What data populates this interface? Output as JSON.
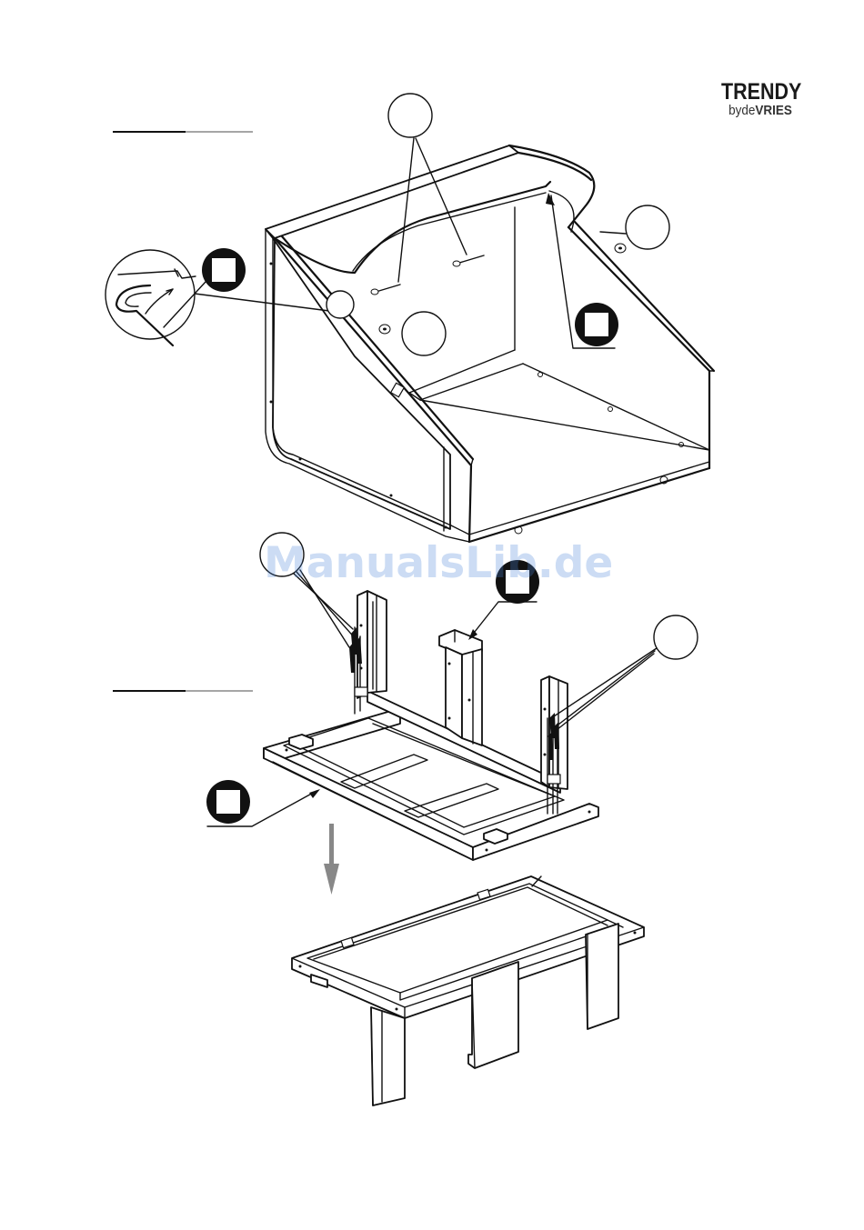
{
  "brand": {
    "name": "TRENDY",
    "sub_prefix": "byde",
    "sub_bold": "VRIES"
  },
  "watermark": "ManualsLib.de",
  "icons": {
    "arrow": "down-arrow-icon"
  }
}
